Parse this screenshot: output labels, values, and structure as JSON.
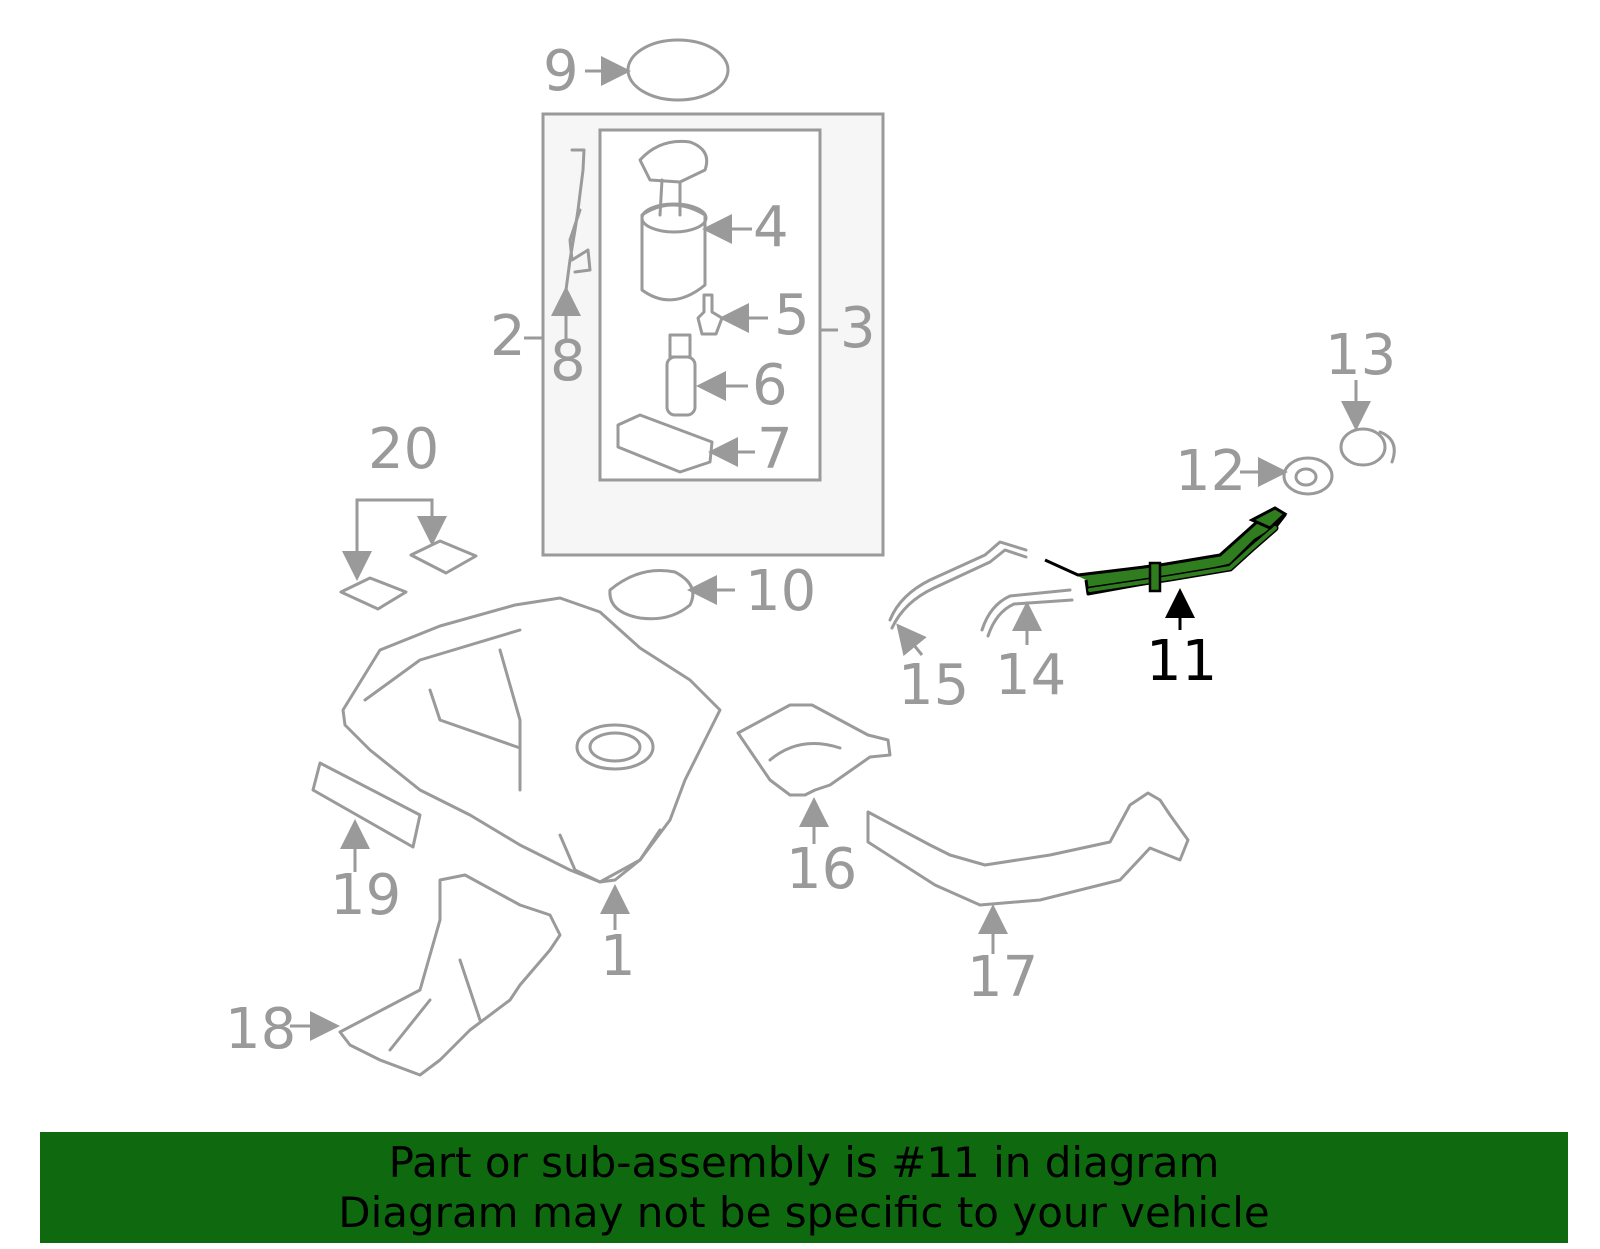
{
  "callouts": {
    "c1": "1",
    "c2": "2",
    "c3": "3",
    "c4": "4",
    "c5": "5",
    "c6": "6",
    "c7": "7",
    "c8": "8",
    "c9": "9",
    "c10": "10",
    "c11": "11",
    "c12": "12",
    "c13": "13",
    "c14": "14",
    "c15": "15",
    "c16": "16",
    "c17": "17",
    "c18": "18",
    "c19": "19",
    "c20": "20"
  },
  "highlighted_part": "11",
  "colors": {
    "part_stroke": "#9a9a9a",
    "highlight_fill": "#2f7d1e",
    "banner_bg": "#0f6a0f",
    "callout_highlight": "#000000"
  },
  "banner": {
    "line1": "Part or sub-assembly is #11 in diagram",
    "line2": "Diagram may not be specific to your vehicle"
  }
}
